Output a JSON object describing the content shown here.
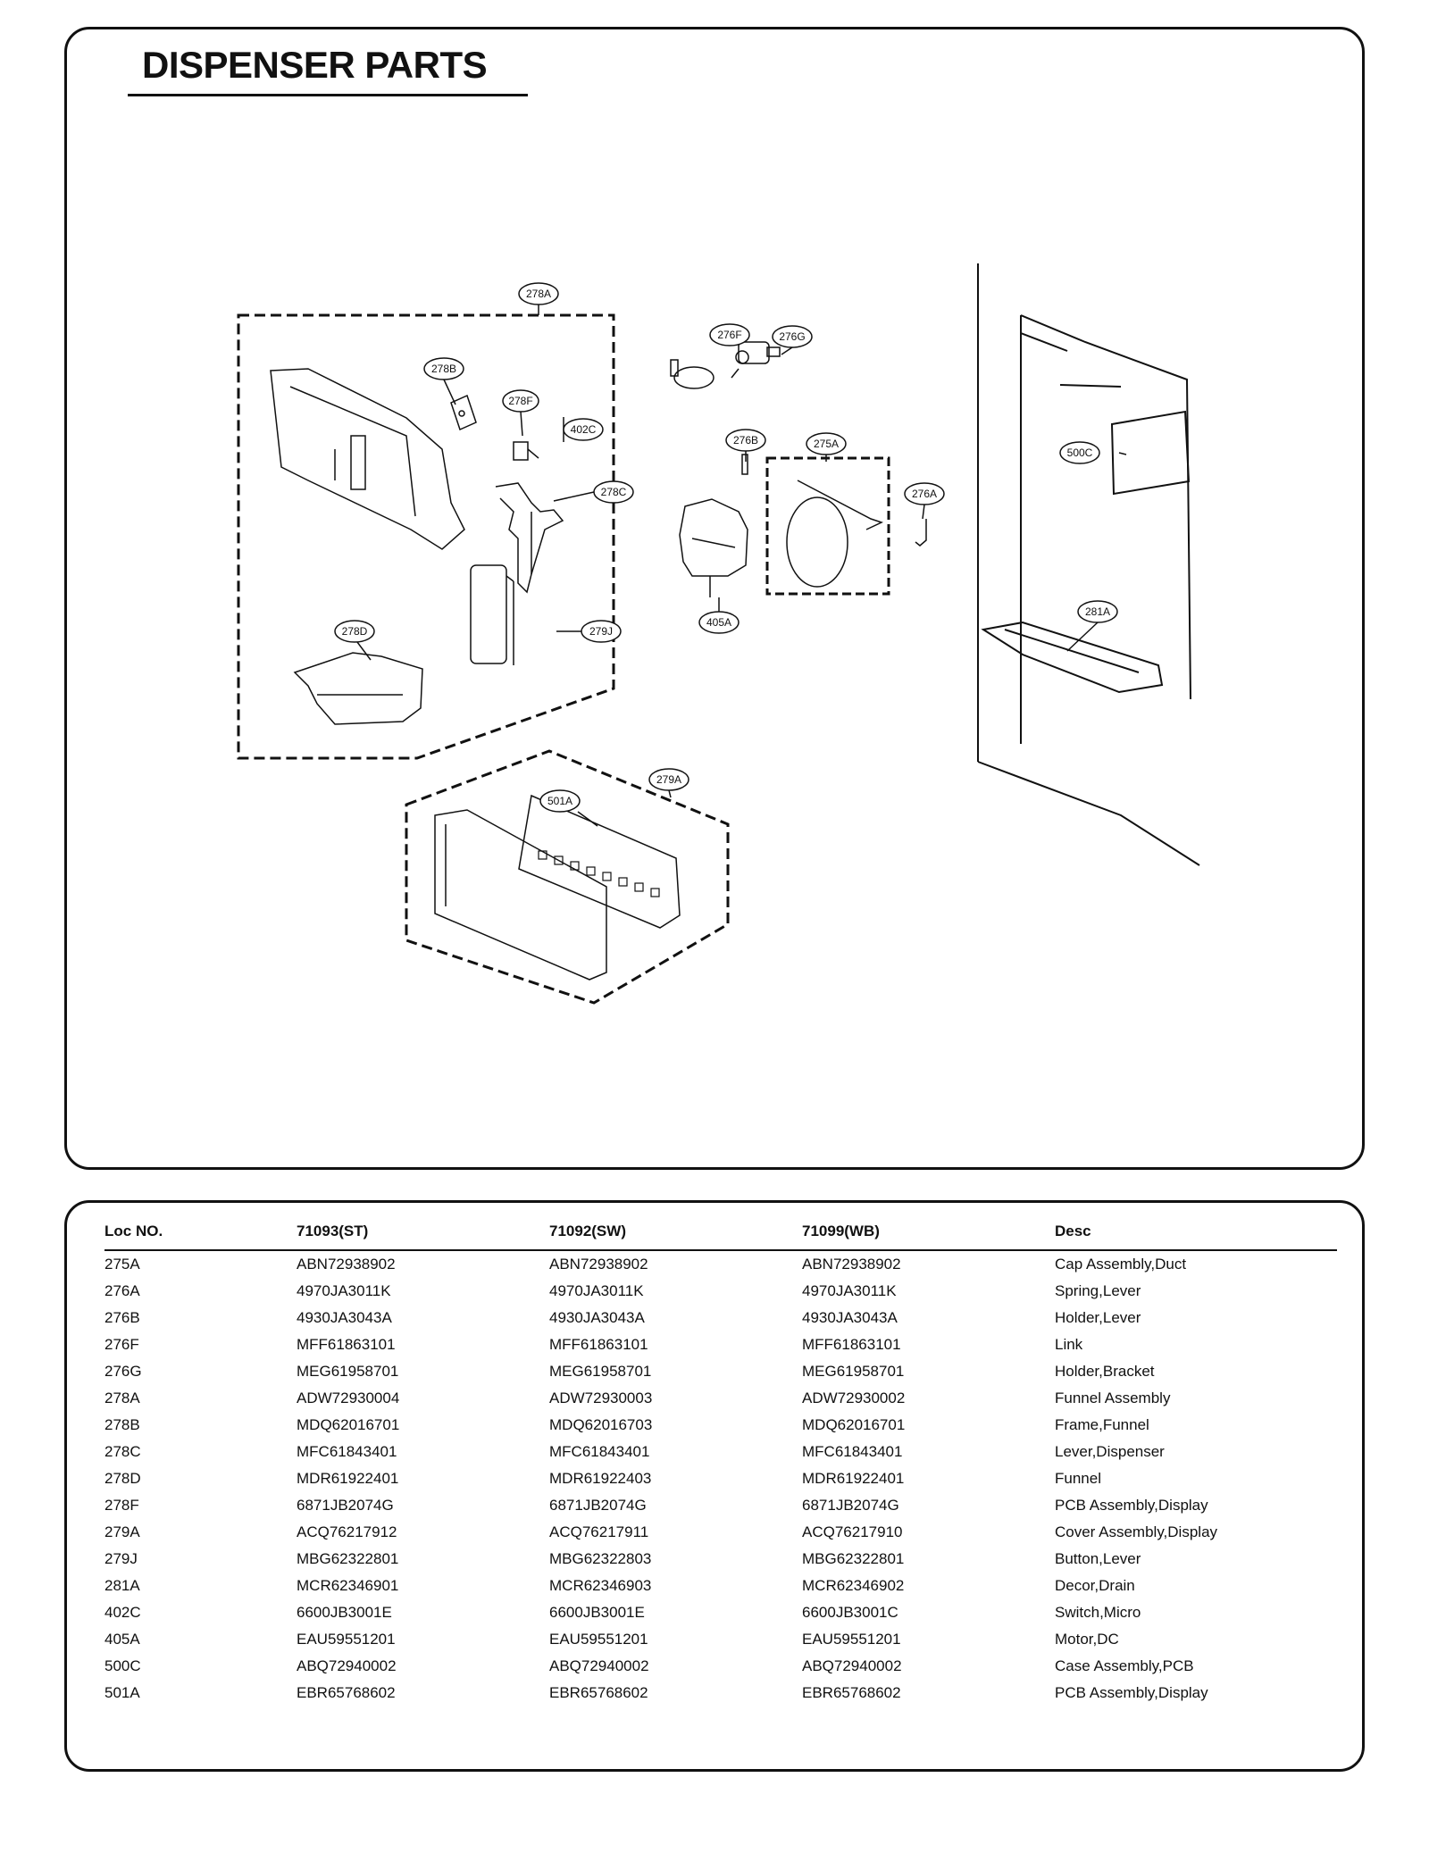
{
  "title": "DISPENSER PARTS",
  "callouts": {
    "c278A": "278A",
    "c278B": "278B",
    "c278F": "278F",
    "c402C": "402C",
    "c278C": "278C",
    "c278D": "278D",
    "c279J": "279J",
    "c276F": "276F",
    "c276G": "276G",
    "c276B": "276B",
    "c275A": "275A",
    "c276A": "276A",
    "c405A": "405A",
    "c279A": "279A",
    "c501A": "501A",
    "c500C": "500C",
    "c281A": "281A"
  },
  "table": {
    "headers": [
      "Loc NO.",
      "71093(ST)",
      "71092(SW)",
      "71099(WB)",
      "Desc"
    ],
    "rows": [
      [
        "275A",
        "ABN72938902",
        "ABN72938902",
        "ABN72938902",
        "Cap Assembly,Duct"
      ],
      [
        "276A",
        "4970JA3011K",
        "4970JA3011K",
        "4970JA3011K",
        "Spring,Lever"
      ],
      [
        "276B",
        "4930JA3043A",
        "4930JA3043A",
        "4930JA3043A",
        "Holder,Lever"
      ],
      [
        "276F",
        "MFF61863101",
        "MFF61863101",
        "MFF61863101",
        "Link"
      ],
      [
        "276G",
        "MEG61958701",
        "MEG61958701",
        "MEG61958701",
        "Holder,Bracket"
      ],
      [
        "278A",
        "ADW72930004",
        "ADW72930003",
        "ADW72930002",
        "Funnel Assembly"
      ],
      [
        "278B",
        "MDQ62016701",
        "MDQ62016703",
        "MDQ62016701",
        "Frame,Funnel"
      ],
      [
        "278C",
        "MFC61843401",
        "MFC61843401",
        "MFC61843401",
        "Lever,Dispenser"
      ],
      [
        "278D",
        "MDR61922401",
        "MDR61922403",
        "MDR61922401",
        "Funnel"
      ],
      [
        "278F",
        "6871JB2074G",
        "6871JB2074G",
        "6871JB2074G",
        "PCB Assembly,Display"
      ],
      [
        "279A",
        "ACQ76217912",
        "ACQ76217911",
        "ACQ76217910",
        "Cover Assembly,Display"
      ],
      [
        "279J",
        "MBG62322801",
        "MBG62322803",
        "MBG62322801",
        "Button,Lever"
      ],
      [
        "281A",
        "MCR62346901",
        "MCR62346903",
        "MCR62346902",
        "Decor,Drain"
      ],
      [
        "402C",
        "6600JB3001E",
        "6600JB3001E",
        "6600JB3001C",
        "Switch,Micro"
      ],
      [
        "405A",
        "EAU59551201",
        "EAU59551201",
        "EAU59551201",
        "Motor,DC"
      ],
      [
        "500C",
        "ABQ72940002",
        "ABQ72940002",
        "ABQ72940002",
        "Case Assembly,PCB"
      ],
      [
        "501A",
        "EBR65768602",
        "EBR65768602",
        "EBR65768602",
        "PCB Assembly,Display"
      ]
    ]
  }
}
